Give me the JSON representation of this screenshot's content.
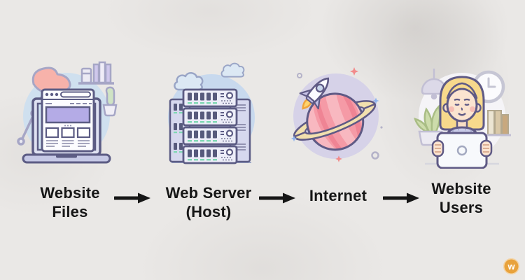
{
  "page": {
    "background_color": "#eae8e6"
  },
  "flow": {
    "label_color": "#161616",
    "arrow_color": "#161616",
    "steps": [
      {
        "line1": "Website",
        "line2": "Files",
        "illustration": "laptop-browser-illustration"
      },
      {
        "line1": "Web Server",
        "line2": "(Host)",
        "illustration": "server-rack-illustration"
      },
      {
        "line1": "Internet",
        "line2": "",
        "illustration": "rocket-planet-illustration"
      },
      {
        "line1": "Website",
        "line2": "Users",
        "illustration": "person-tablet-illustration"
      }
    ]
  },
  "watermark": {
    "letter": "w",
    "circle_color": "#e8a23c",
    "letter_color": "#ffffff"
  },
  "palette": {
    "outline_dark": "#5c5c84",
    "outline_light": "#a6a6c6",
    "blob_blue": "#cfe0ef",
    "blob_server_blue": "#c8d9ee",
    "blob_lavender": "#d6d2e8",
    "blob_pale": "#f5f4f7",
    "browser_hero_purple": "#b4abe6",
    "laptop_body": "#c6c9e6",
    "server_slot": "#575a7c",
    "server_led_green": "#7ed8b2",
    "planet_pink": "#f59aa6",
    "ring_cream": "#f2e0ae",
    "flame_yellow": "#ffd36e",
    "hair_blonde": "#f7d98c",
    "skin": "#fbe4d0",
    "lamp_pink": "#f7b2aa"
  }
}
